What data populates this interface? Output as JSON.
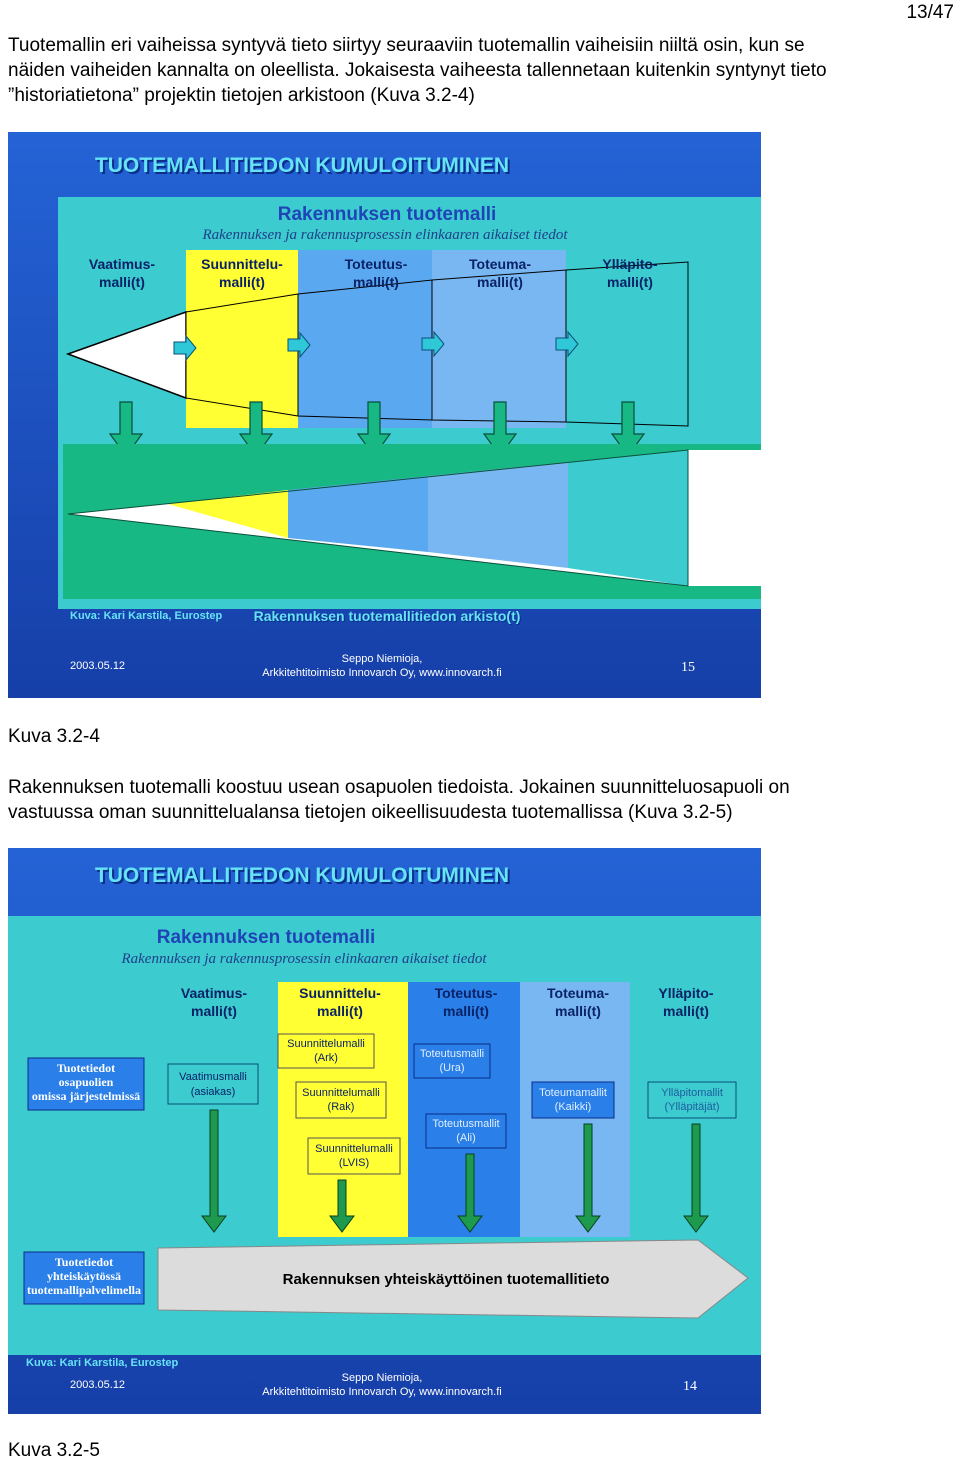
{
  "page_number": "13/47",
  "intro_paragraph": [
    "Tuotemallin eri vaiheissa syntyvä tieto siirtyy seuraaviin tuotemallin vaiheisiin niiltä osin, kun se",
    "näiden vaiheiden kannalta on oleellista. Jokaisesta vaiheesta tallennetaan kuitenkin syntynyt tieto",
    "”historiatietona” projektin tietojen arkistoon (Kuva 3.2-4)"
  ],
  "slide1": {
    "title": "TUOTEMALLITIEDON KUMULOITUMINEN",
    "heading": "Rakennuksen tuotemalli",
    "subheading": "Rakennuksen ja rakennusprosessin elinkaaren aikaiset tiedot",
    "phases": [
      {
        "l1": "Vaatimus-",
        "l2": "malli(t)"
      },
      {
        "l1": "Suunnittelu-",
        "l2": "malli(t)"
      },
      {
        "l1": "Toteutus-",
        "l2": "malli(t)"
      },
      {
        "l1": "Toteuma-",
        "l2": "malli(t)"
      },
      {
        "l1": "Ylläpito-",
        "l2": "malli(t)"
      }
    ],
    "credit": "Kuva: Kari Karstila, Eurostep",
    "archive_label": "Rakennuksen tuotemallitiedon arkisto(t)",
    "date": "2003.05.12",
    "author_l1": "Seppo Niemioja,",
    "author_l2": "Arkkitehtitoimisto Innovarch Oy, www.innovarch.fi",
    "slide_no": "15",
    "colors": {
      "bg": "#1a4fc4",
      "panel": "#3ccbcf",
      "yellow": "#ffff33",
      "blue": "#5aa8f0",
      "archive": "#17b884",
      "arrow": "#2fc8d8"
    }
  },
  "caption1": "Kuva 3.2-4",
  "middle_paragraph": [
    "Rakennuksen tuotemalli koostuu usean osapuolen tiedoista. Jokainen suunnitteluosapuoli on",
    "vastuussa oman suunnittelualansa tietojen oikeellisuudesta tuotemallissa (Kuva 3.2-5)"
  ],
  "slide2": {
    "title": "TUOTEMALLITIEDON KUMULOITUMINEN",
    "heading": "Rakennuksen tuotemalli",
    "subheading": "Rakennuksen ja rakennusprosessin elinkaaren aikaiset tiedot",
    "phases": [
      {
        "l1": "Vaatimus-",
        "l2": "malli(t)"
      },
      {
        "l1": "Suunnittelu-",
        "l2": "malli(t)"
      },
      {
        "l1": "Toteutus-",
        "l2": "malli(t)"
      },
      {
        "l1": "Toteuma-",
        "l2": "malli(t)"
      },
      {
        "l1": "Ylläpito-",
        "l2": "malli(t)"
      }
    ],
    "left_box_top": [
      "Tuotetiedot",
      "osapuolien",
      "omissa järjestelmissä"
    ],
    "left_box_bottom": [
      "Tuotetiedot",
      "yhteiskäytössä",
      "tuotemallipalvelimella"
    ],
    "models": {
      "vaatimus": [
        "Vaatimusmalli",
        "(asiakas)"
      ],
      "suun_ark": [
        "Suunnittelumalli",
        "(Ark)"
      ],
      "suun_rak": [
        "Suunnittelumalli",
        "(Rak)"
      ],
      "suun_lvis": [
        "Suunnittelumalli",
        "(LVIS)"
      ],
      "tot_ura": [
        "Toteutusmalli",
        "(Ura)"
      ],
      "tot_ali": [
        "Toteutusmallit",
        "(Ali)"
      ],
      "toteuma": [
        "Toteumamallit",
        "(Kaikki)"
      ],
      "yllapito": [
        "Ylläpitomallit",
        "(Ylläpitäjät)"
      ]
    },
    "shared_label": "Rakennuksen yhteiskäyttöinen tuotemallitieto",
    "credit": "Kuva: Kari Karstila, Eurostep",
    "date": "2003.05.12",
    "author_l1": "Seppo Niemioja,",
    "author_l2": "Arkkitehtitoimisto Innovarch Oy, www.innovarch.fi",
    "slide_no": "14",
    "colors": {
      "bg": "#1a4fc4",
      "panel": "#3ccbcf",
      "yellow": "#ffff33",
      "blue": "#2a7fe8",
      "shared": "#dcdcdc",
      "arrow": "#1e9a4f"
    }
  },
  "caption2": "Kuva 3.2-5"
}
